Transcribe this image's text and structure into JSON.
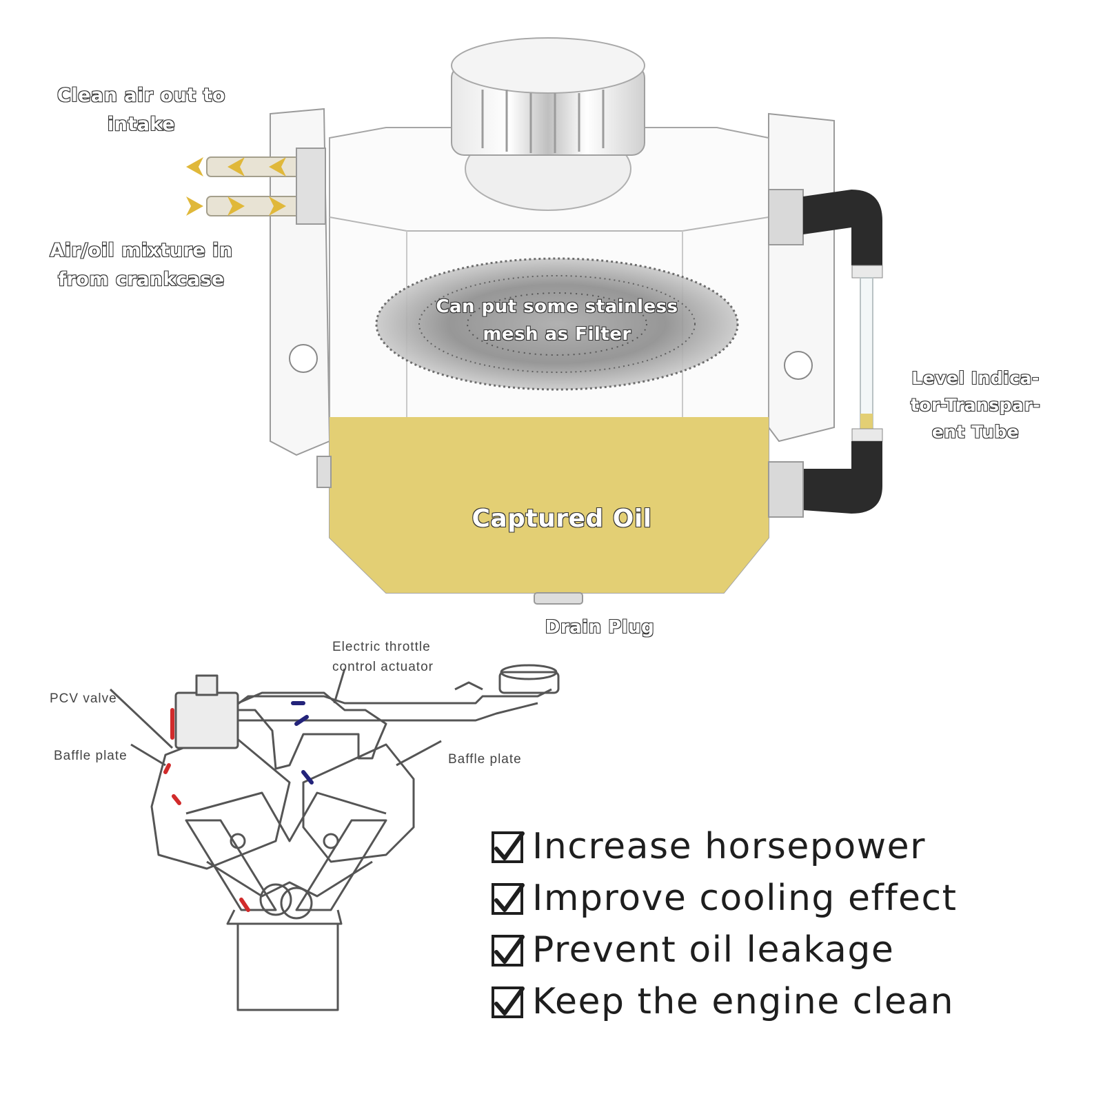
{
  "labels": {
    "clean_air_line1": "Clean air out to",
    "clean_air_line2": "intake",
    "mixture_line1": "Air/oil mixture in",
    "mixture_line2": "from crankcase",
    "mesh_line1": "Can put some stainless",
    "mesh_line2": "mesh as Filter",
    "level_line1": "Level Indica-",
    "level_line2": "tor-Transpar-",
    "level_line3": "ent Tube",
    "captured_oil": "Captured Oil",
    "drain_plug": "Drain Plug"
  },
  "engine_labels": {
    "throttle_line1": "Electric throttle",
    "throttle_line2": "control actuator",
    "pcv_valve": "PCV valve",
    "baffle_left": "Baffle plate",
    "baffle_right": "Baffle plate"
  },
  "benefits": [
    "Increase horsepower",
    "Improve cooling effect",
    "Prevent oil leakage",
    "Keep the engine clean"
  ],
  "colors": {
    "oil": "#e3cf74",
    "arrow": "#e0b83a",
    "metal_line": "#9a9a9a",
    "fitting": "#2b2b2b",
    "pcv_red": "#d12b2b",
    "flow_blue": "#23237a"
  },
  "icons": {
    "benefit_check": "checkbox-checked-icon"
  }
}
